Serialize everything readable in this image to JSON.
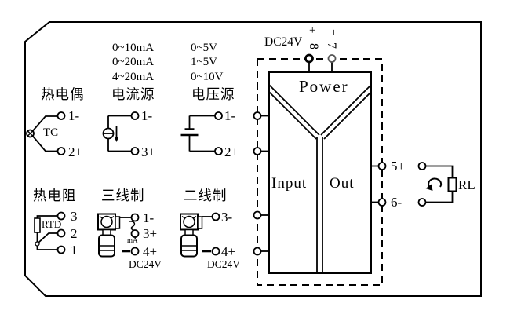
{
  "ranges": {
    "current": [
      "0~10mA",
      "0~20mA",
      "4~20mA"
    ],
    "voltage": [
      "0~5V",
      "1~5V",
      "0~10V"
    ]
  },
  "sections": {
    "thermocouple": {
      "label": "热电偶",
      "symbol": "TC",
      "t1": "1-",
      "t2": "2+"
    },
    "current_source": {
      "label": "电流源",
      "t1": "1-",
      "t2": "3+"
    },
    "voltage_source": {
      "label": "电压源",
      "t1": "1-",
      "t2": "2+"
    },
    "rtd": {
      "label": "热电阻",
      "symbol": "RTD",
      "t1": "3",
      "t2": "2",
      "t3": "1"
    },
    "three_wire": {
      "label": "三线制",
      "t1": "1-",
      "t2": "3+",
      "t3": "4+",
      "meter": "mA",
      "supply": "DC24V"
    },
    "two_wire": {
      "label": "二线制",
      "t1": "3-",
      "t2": "4+",
      "supply": "DC24V"
    }
  },
  "isolator": {
    "supply_label": "DC24V",
    "supply_plus": "+",
    "supply_minus": "−",
    "t8": "8",
    "t7": "7",
    "power_label": "Power",
    "input_label": "Input",
    "output_label": "Out",
    "t5": "5+",
    "t6": "6-"
  },
  "load": {
    "label": "RL"
  },
  "colors": {
    "line": "#000000",
    "background": "#ffffff"
  }
}
